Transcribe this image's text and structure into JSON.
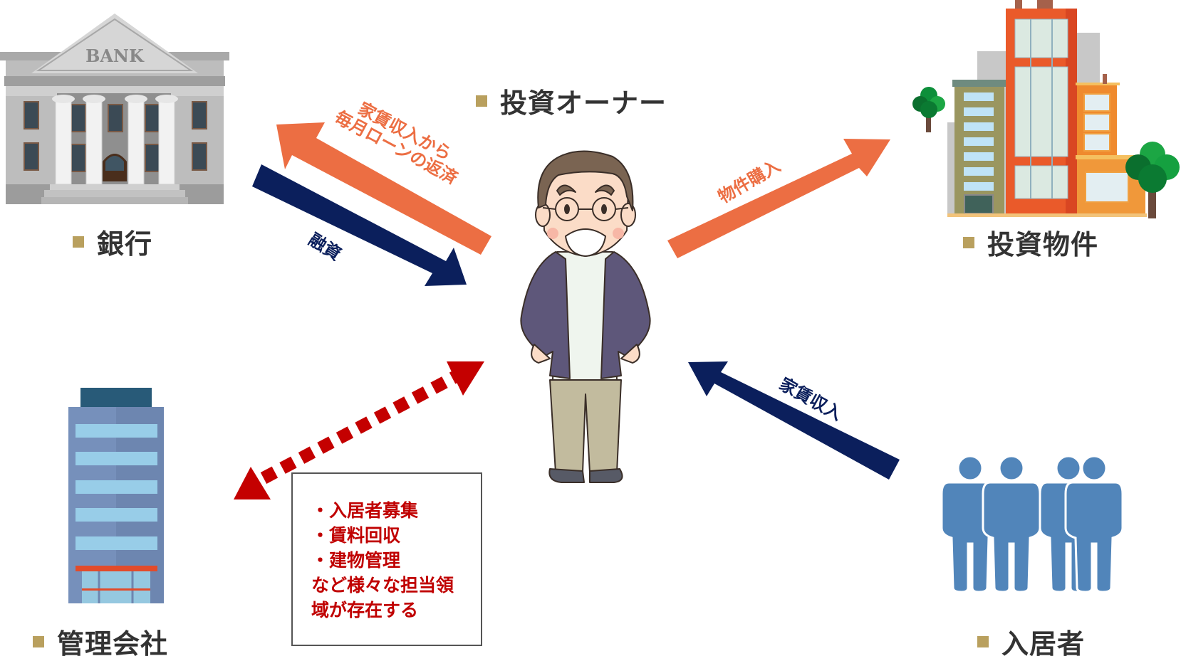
{
  "colors": {
    "label_bullet": "#b9a05e",
    "label_text": "#333333",
    "orange_arrow": "#ec6e43",
    "navy_arrow": "#0b1f5c",
    "red_dotted_arrow": "#c40000",
    "notes_text": "#c00000"
  },
  "nodes": {
    "bank": {
      "label": "銀行",
      "sign": "BANK",
      "icon": "bank-building-icon"
    },
    "owner": {
      "label": "投資オーナー",
      "icon": "investor-man-icon"
    },
    "property": {
      "label": "投資物件",
      "icon": "city-buildings-icon"
    },
    "management": {
      "label": "管理会社",
      "icon": "office-tower-icon"
    },
    "tenants": {
      "label": "入居者",
      "icon": "people-group-icon"
    }
  },
  "arrows": {
    "repayment": {
      "label_line1": "家賃収入から",
      "label_line2": "毎月ローンの返済",
      "from": "owner",
      "to": "bank",
      "style": "solid"
    },
    "financing": {
      "label": "融資",
      "from": "bank",
      "to": "owner",
      "style": "solid"
    },
    "purchase": {
      "label": "物件購入",
      "from": "owner",
      "to": "property",
      "style": "solid"
    },
    "rent_income": {
      "label": "家賃収入",
      "from": "tenants",
      "to": "owner",
      "style": "solid"
    },
    "management_relation": {
      "from": "owner",
      "to": "management",
      "style": "dotted-bidirectional"
    }
  },
  "notes": {
    "items": [
      "・入居者募集",
      "・賃料回収",
      "・建物管理"
    ],
    "footer_line1": "など様々な担当領",
    "footer_line2": "域が存在する"
  }
}
